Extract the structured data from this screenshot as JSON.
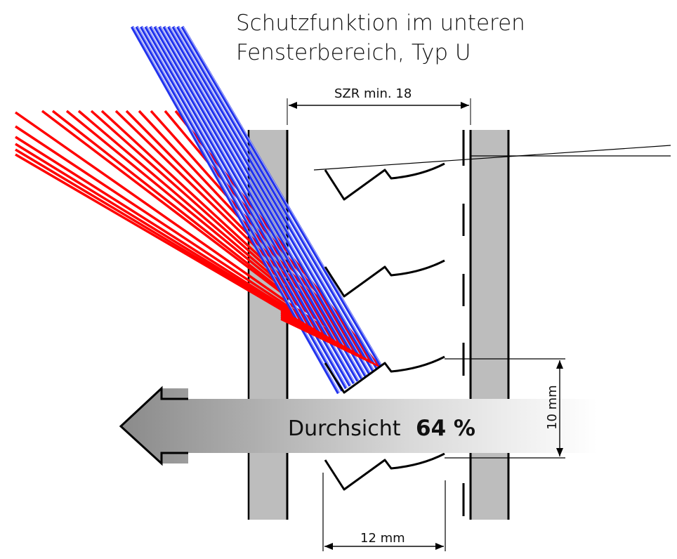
{
  "title": {
    "line1": "Schutzfunktion im unteren",
    "line2": "Fensterbereich, Typ U"
  },
  "dimensions": {
    "szr": "SZR  min. 18",
    "height": "10 mm",
    "width": "12 mm"
  },
  "arrow": {
    "label": "Durchsicht",
    "value": "64 %"
  },
  "colors": {
    "blue_rays": "#2233ee",
    "red_rays": "#ff0000",
    "glass": "#bdbdbd"
  }
}
